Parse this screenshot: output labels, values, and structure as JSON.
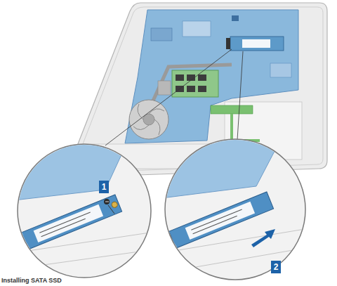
{
  "diagram": {
    "caption": "Installing SATA SSD",
    "labels": [
      "1",
      "2"
    ]
  }
}
